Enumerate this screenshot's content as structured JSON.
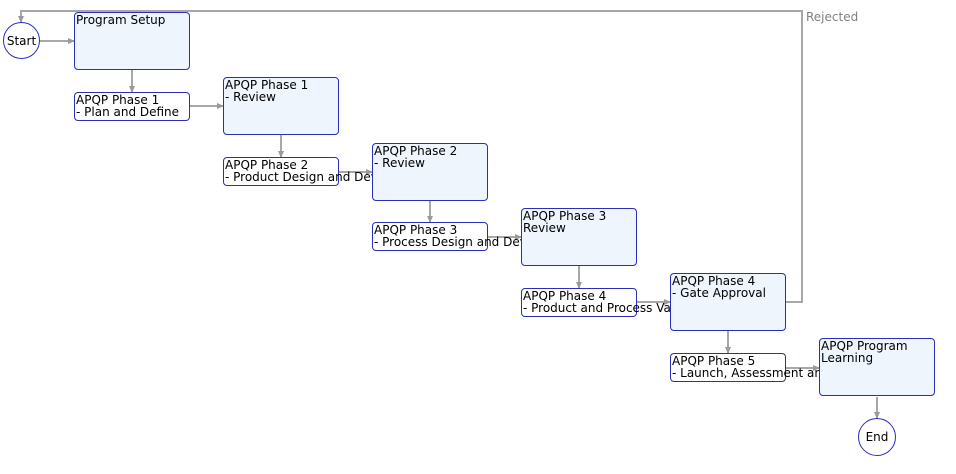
{
  "diagram": {
    "start_label": "Start",
    "end_label": "End",
    "rejected_label": "Rejected",
    "nodes": {
      "program_setup": [
        "Program Setup"
      ],
      "phase1": [
        "APQP Phase 1",
        "- Plan and Define"
      ],
      "phase1_review": [
        "APQP Phase 1",
        "- Review"
      ],
      "phase2": [
        "APQP Phase 2",
        "- Product Design and Dev"
      ],
      "phase2_review": [
        "APQP Phase 2",
        "- Review"
      ],
      "phase3": [
        "APQP Phase 3",
        "- Process Design and Dev"
      ],
      "phase3_review": [
        "APQP Phase 3",
        "Review"
      ],
      "phase4": [
        "APQP Phase 4",
        "- Product and Process Val"
      ],
      "phase4_gate": [
        "APQP Phase 4",
        "- Gate Approval"
      ],
      "phase5": [
        "APQP Phase 5",
        "- Launch, Assessment and"
      ],
      "program_learning": [
        "APQP Program",
        "Learning"
      ]
    }
  }
}
